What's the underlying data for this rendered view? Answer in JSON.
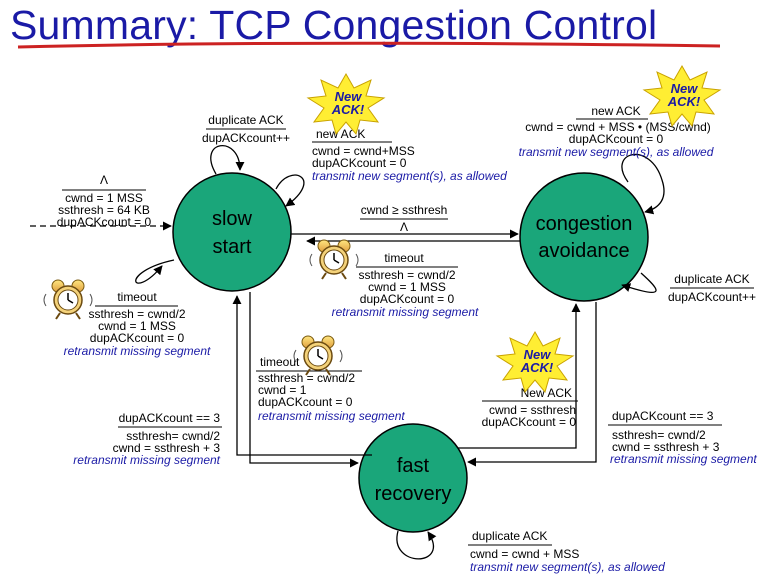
{
  "title": "Summary: TCP Congestion Control",
  "states": {
    "slow_start": [
      "slow",
      "start"
    ],
    "congestion_avoidance": [
      "congestion",
      "avoidance"
    ],
    "fast_recovery": [
      "fast",
      "recovery"
    ]
  },
  "burst_text": [
    "New",
    "ACK!"
  ],
  "transitions": {
    "init": {
      "event": "Λ",
      "actions": [
        "cwnd = 1 MSS",
        "ssthresh = 64 KB",
        "dupACKcount = 0"
      ]
    },
    "ss_dup": {
      "event": "duplicate ACK",
      "actions": [
        "dupACKcount++"
      ]
    },
    "ss_newack": {
      "event": "new ACK",
      "actions": [
        "cwnd = cwnd+MSS",
        "dupACKcount = 0"
      ],
      "note": "transmit new segment(s), as allowed"
    },
    "ss_timeout": {
      "event": "timeout",
      "actions": [
        "ssthresh = cwnd/2",
        "cwnd = 1 MSS",
        "dupACKcount = 0"
      ],
      "note": "retransmit missing segment"
    },
    "ss_to_ca": {
      "event": "cwnd ≥ ssthresh",
      "actions": [
        "Λ"
      ]
    },
    "ca_timeout": {
      "event": "timeout",
      "actions": [
        "ssthresh = cwnd/2",
        "cwnd = 1 MSS",
        "dupACKcount = 0"
      ],
      "note": "retransmit missing segment"
    },
    "ca_newack": {
      "event": "new ACK",
      "actions": [
        "cwnd = cwnd + MSS • (MSS/cwnd)",
        "dupACKcount = 0"
      ],
      "note": "transmit new segment(s), as allowed"
    },
    "ca_dup": {
      "event": "duplicate ACK",
      "actions": [
        "dupACKcount++"
      ]
    },
    "fr_timeout": {
      "event": "timeout",
      "actions": [
        "ssthresh = cwnd/2",
        "cwnd = 1",
        "dupACKcount = 0"
      ],
      "note": "retransmit missing segment"
    },
    "ss_to_fr": {
      "event": "dupACKcount == 3",
      "actions": [
        "ssthresh= cwnd/2",
        "cwnd = ssthresh + 3"
      ],
      "note": "retransmit missing segment"
    },
    "fr_to_ca": {
      "event": "New ACK",
      "actions": [
        "cwnd = ssthresh",
        "dupACKcount = 0"
      ]
    },
    "ca_to_fr": {
      "event": "dupACKcount == 3",
      "actions": [
        "ssthresh= cwnd/2",
        "cwnd = ssthresh + 3"
      ],
      "note": "retransmit missing segment"
    },
    "fr_dup": {
      "event": "duplicate ACK",
      "actions": [
        "cwnd = cwnd + MSS"
      ],
      "note": "transmit new segment(s), as allowed"
    }
  }
}
